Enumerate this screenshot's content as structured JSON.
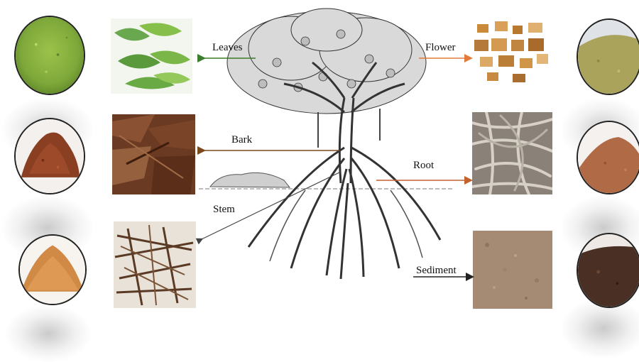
{
  "parts": {
    "leaves": "Leaves",
    "bark": "Bark",
    "stem": "Stem",
    "flower": "Flower",
    "root": "Root",
    "sediment": "Sediment"
  },
  "colors": {
    "arrow_leaves": "#3a7d2c",
    "arrow_bark": "#7a4a1e",
    "arrow_stem": "#444444",
    "arrow_flower": "#e07b39",
    "arrow_root": "#c4622d",
    "arrow_sediment": "#222222",
    "powder_leaves": "#7ea83a",
    "powder_bark": "#8a3e22",
    "powder_stem": "#d08a45",
    "powder_flower": "#a9a35c",
    "powder_root": "#b06a45",
    "powder_sediment": "#4a3024"
  }
}
